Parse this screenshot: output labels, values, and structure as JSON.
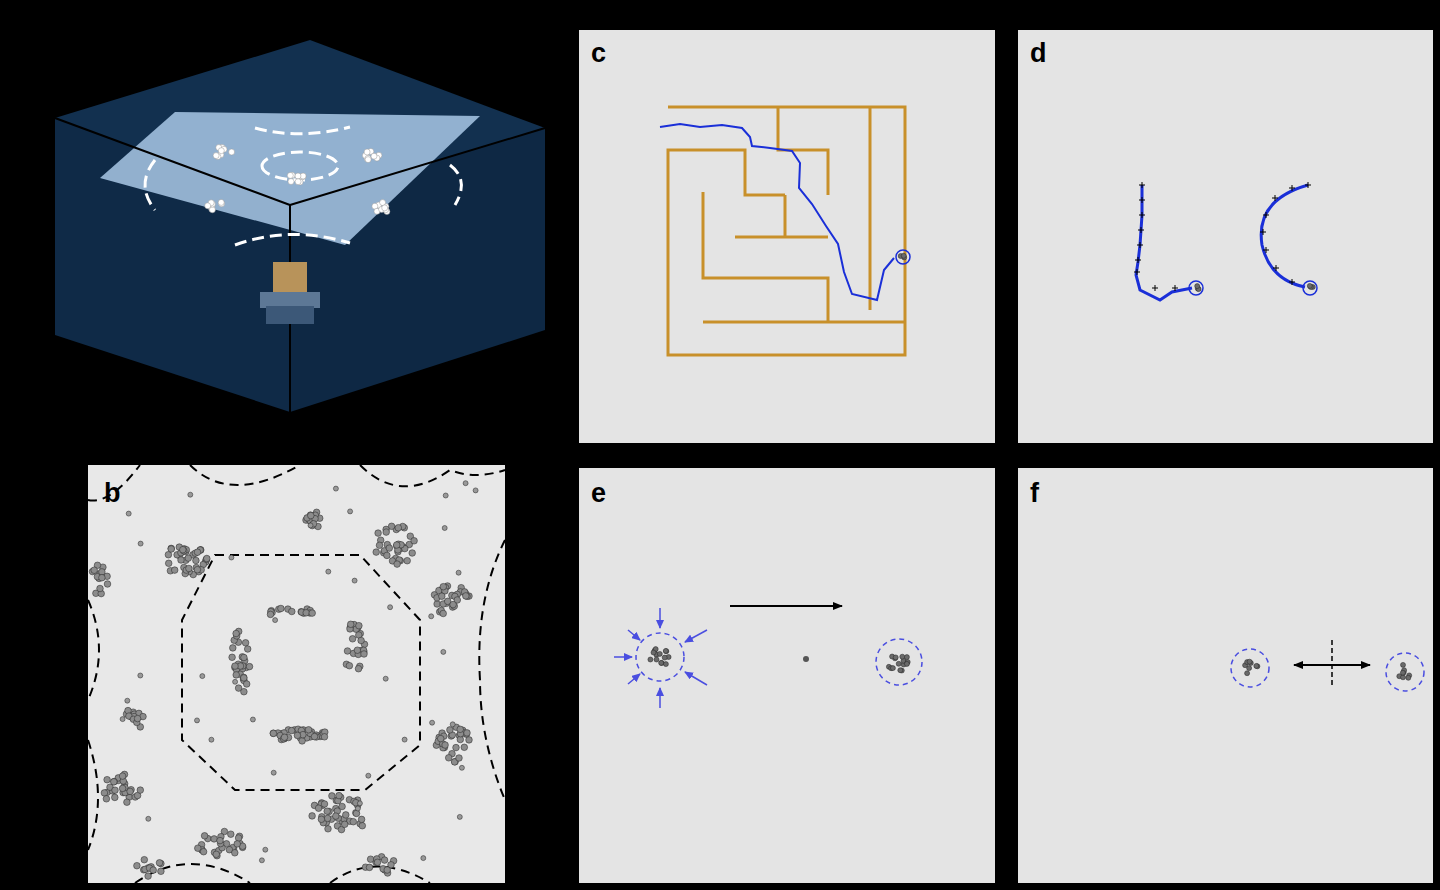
{
  "diagram": {
    "labels": [
      "b",
      "c",
      "d",
      "e",
      "f"
    ]
  }
}
